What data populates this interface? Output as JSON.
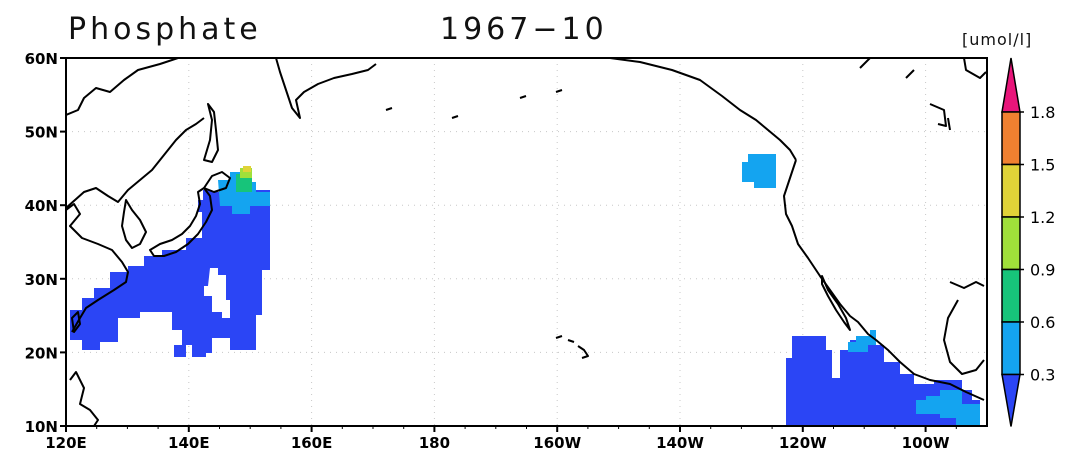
{
  "title": {
    "variable": "Phosphate",
    "date": "1967−10"
  },
  "units": "[umol/l]",
  "map": {
    "lon_range": [
      120,
      -90
    ],
    "lat_range": [
      10,
      60
    ],
    "x_ticks": [
      {
        "lon": 120,
        "label": "120E"
      },
      {
        "lon": 140,
        "label": "140E"
      },
      {
        "lon": 160,
        "label": "160E"
      },
      {
        "lon": 180,
        "label": "180"
      },
      {
        "lon": -160,
        "label": "160W"
      },
      {
        "lon": -140,
        "label": "140W"
      },
      {
        "lon": -120,
        "label": "120W"
      },
      {
        "lon": -100,
        "label": "100W"
      }
    ],
    "y_ticks": [
      {
        "lat": 10,
        "label": "10N"
      },
      {
        "lat": 20,
        "label": "20N"
      },
      {
        "lat": 30,
        "label": "30N"
      },
      {
        "lat": 40,
        "label": "40N"
      },
      {
        "lat": 50,
        "label": "50N"
      },
      {
        "lat": 60,
        "label": "60N"
      }
    ]
  },
  "colorbar": {
    "levels": [
      "0.3",
      "0.6",
      "0.9",
      "1.2",
      "1.5",
      "1.8"
    ],
    "colors": [
      "#2b45f5",
      "#14a4f0",
      "#17c47a",
      "#a0e03a",
      "#e0d338",
      "#f08030",
      "#e8157a"
    ]
  }
}
